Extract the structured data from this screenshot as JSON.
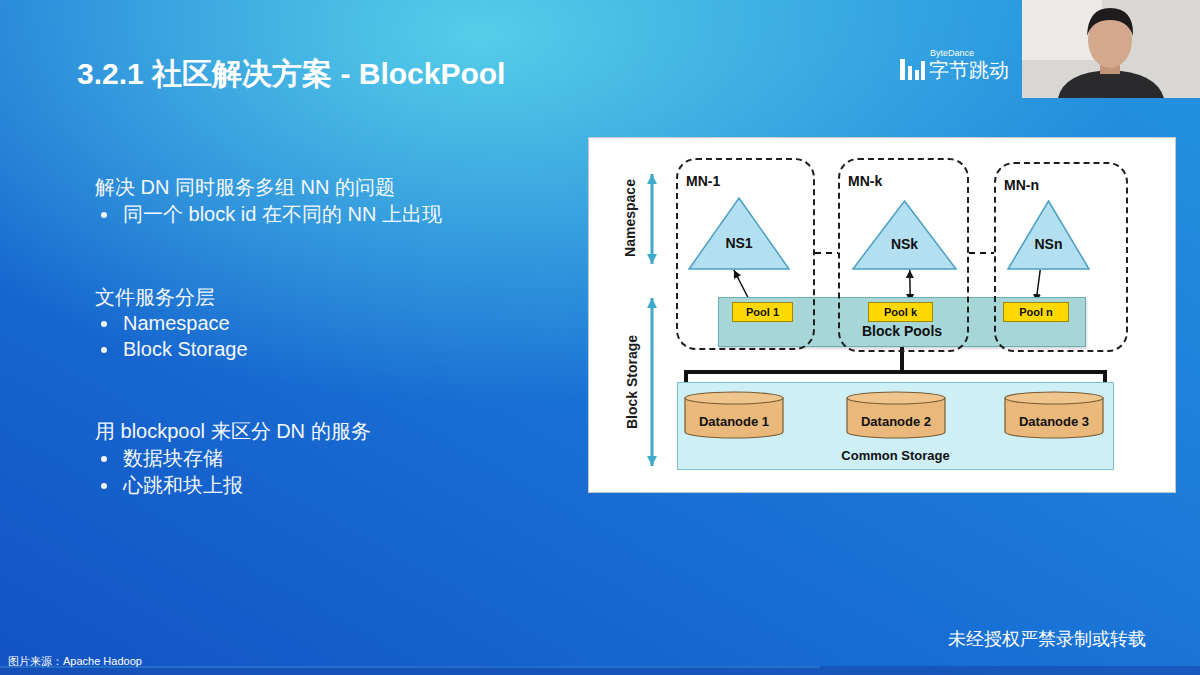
{
  "diagram": {
    "title": "3.2.1 社区解决方案 - BlockPool",
    "nodes": [
      {
        "text": [
          "MN-1"
        ]
      },
      {
        "text": [
          "NS1"
        ],
        "in": 0
      },
      {
        "text": [
          "Pool 1"
        ],
        "in": 0
      },
      {
        "text": [
          "MN-k"
        ]
      },
      {
        "text": [
          "NSk"
        ],
        "in": 3
      },
      {
        "text": [
          "Pool k"
        ],
        "in": 3
      },
      {
        "text": [
          "MN-n"
        ]
      },
      {
        "text": [
          "NSn"
        ],
        "in": 6
      },
      {
        "text": [
          "Pool n"
        ],
        "in": 6
      },
      {
        "text": [
          "Block Pools"
        ]
      },
      {
        "text": [
          "Common Storage"
        ]
      },
      {
        "text": [
          "Datanode 1"
        ],
        "in": 10
      },
      {
        "text": [
          "Datanode 2"
        ],
        "in": 10
      },
      {
        "text": [
          "Datanode 3"
        ],
        "in": 10
      }
    ],
    "edges": [
      {
        "from": 0,
        "to": 3,
        "arrow": "none"
      },
      {
        "from": 3,
        "to": 6,
        "arrow": "none"
      },
      {
        "from": 2,
        "to": 1,
        "arrow": "to"
      },
      {
        "from": 4,
        "to": 5,
        "arrow": "both"
      },
      {
        "from": 7,
        "to": 8,
        "arrow": "to"
      },
      {
        "from": 9,
        "to": 10,
        "arrow": "none"
      }
    ],
    "labels": [
      "ByteDance",
      "字节跳动",
      "解决 DN 同时服务多组 NN 的问题",
      "同一个 block id 在不同的 NN 上出现",
      "文件服务分层",
      "Namespace",
      "Block Storage",
      "用 blockpool 来区分 DN 的服务",
      "数据块存储",
      "心跳和块上报",
      "Namespace",
      "Block Storage",
      "未经授权严禁录制或转载",
      "图片来源：Apache Hadoop"
    ]
  }
}
